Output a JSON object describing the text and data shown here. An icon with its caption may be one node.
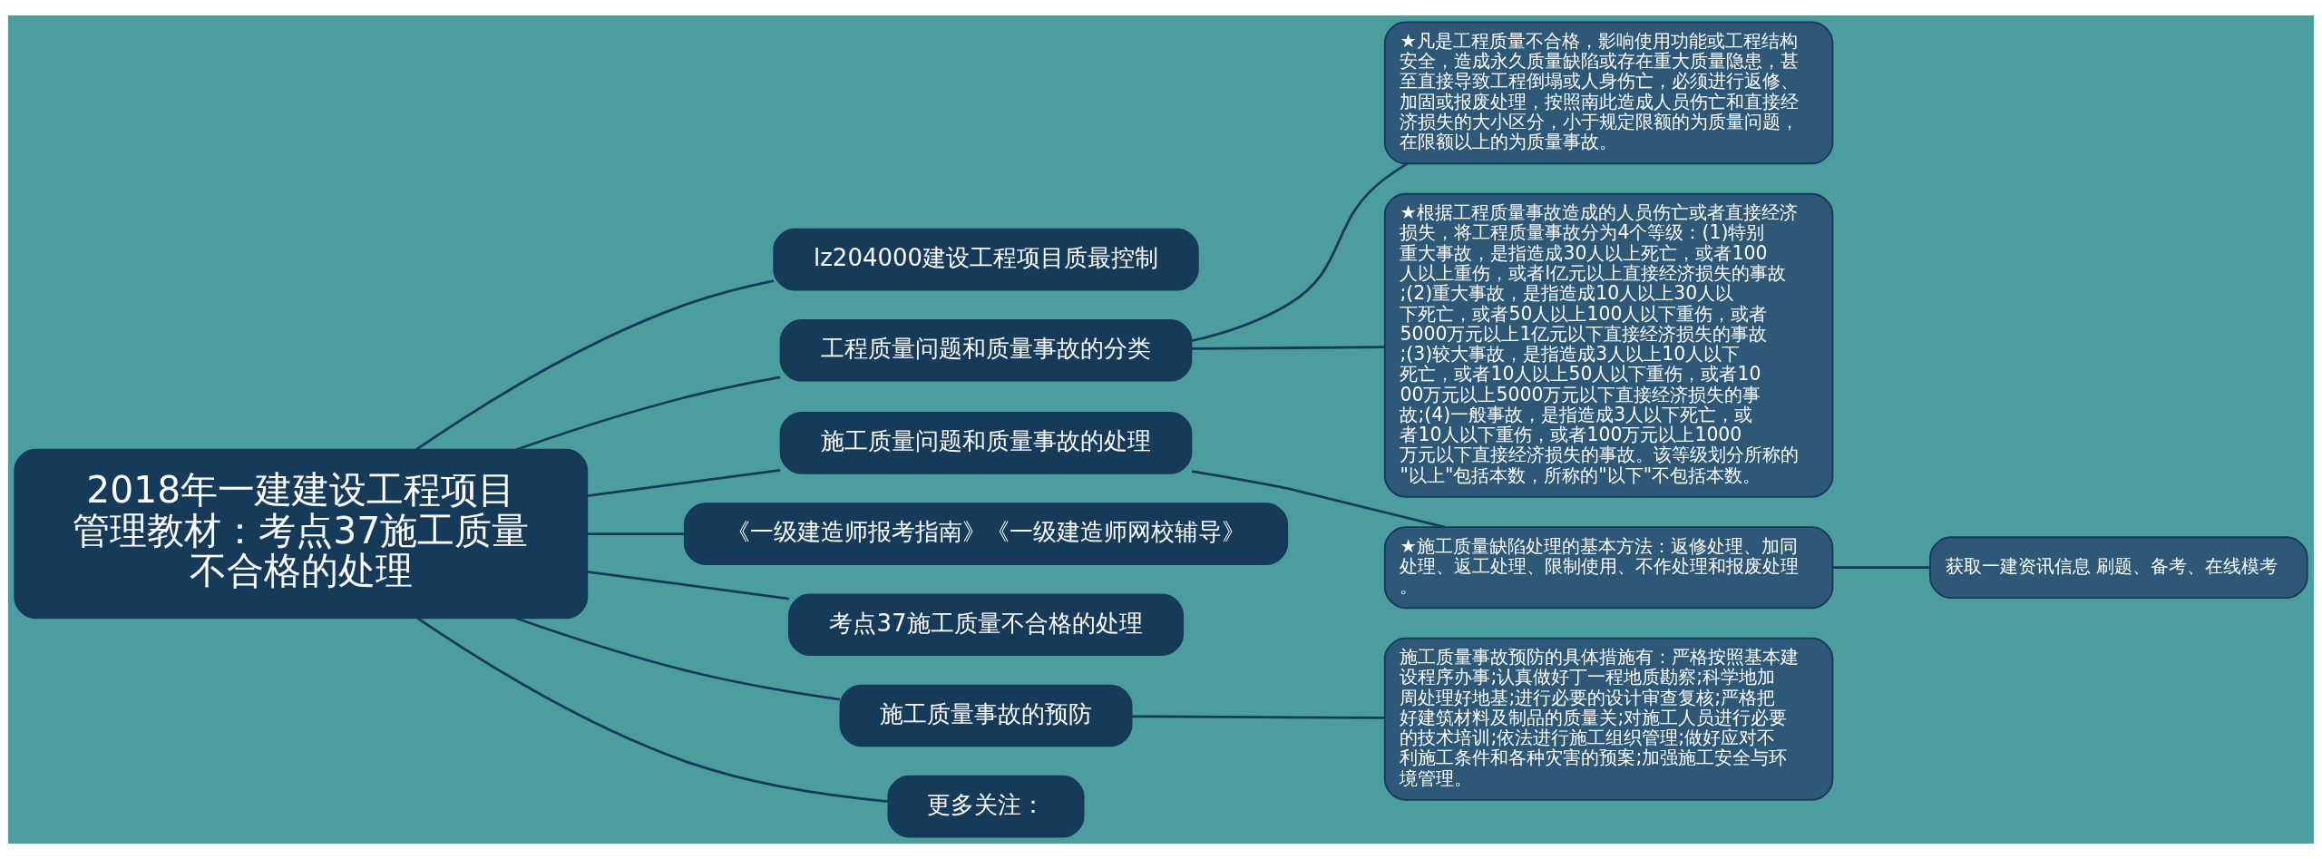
{
  "diagram": {
    "nodes": [
      {
        "text": [
          "2018年一建建设工程项目管理教材：考点37施工质量不合格的处理"
        ]
      },
      {
        "text": [
          "lz204000建设工程项目质最控制"
        ]
      },
      {
        "text": [
          "工程质量问题和质量事故的分类"
        ]
      },
      {
        "text": [
          "★凡是工程质量不合格，影响使用功能或工程结构安全，造成永久质量缺陷或存在重大质量隐患，甚至直接导致工程倒塌或人身伤亡，必须进行返修、加固或报废处理，按照南此造成人员伤亡和直接经济损失的大小区分，小于规定限额的为质量问题，在限额以上的为质量事故。"
        ]
      },
      {
        "text": [
          "★根据工程质量事故造成的人员伤亡或者直接经济损失，将工程质量事故分为4个等级：(1)特别重大事故，是指造成30人以上死亡，或者100人以上重伤，或者l亿元以上直接经济损失的事故;(2)重大事故，是指造成10人以上30人以下死亡，或者50人以上100人以下重伤，或者5000万元以上1亿元以下直接经济损失的事故;(3)较大事故，是指造成3人以上10人以下死亡，或者10人以上50人以下重伤，或者1000万元以上5000万元以下直接经济损失的事故;(4)一般事故，是指造成3人以下死亡，或者10人以下重伤，或者100万元以上1000万元以下直接经济损失的事故。该等级划分所称的\"以上\"包括本数，所称的\"以下\"不包括本数。"
        ]
      },
      {
        "text": [
          "施工质量问题和质量事故的处理"
        ]
      },
      {
        "text": [
          "★施工质量缺陷处理的基本方法：返修处理、加同处理、返工处理、限制使用、不作处理和报废处理。"
        ]
      },
      {
        "text": [
          "获取一建资讯信息 刷题、备考、在线模考"
        ]
      },
      {
        "text": [
          "《一级建造师报考指南》《一级建造师网校辅导》"
        ]
      },
      {
        "text": [
          "考点37施工质量不合格的处理"
        ]
      },
      {
        "text": [
          "施工质量事故的预防"
        ]
      },
      {
        "text": [
          "施工质量事故预防的具体措施有：严格按照基本建设程序办事;认真做好丁一程地质勘察;科学地加周处理好地基;进行必要的设计审查复核;严格把好建筑材料及制品的质量关;对施工人员进行必要的技术培训;依法进行施工组织管理;做好应对不利施工条件和各种灾害的预案;加强施工安全与环境管理。"
        ]
      },
      {
        "text": [
          "更多关注："
        ]
      }
    ],
    "edges": [
      {
        "from": 0,
        "to": 1,
        "arrow": "none"
      },
      {
        "from": 0,
        "to": 2,
        "arrow": "none"
      },
      {
        "from": 2,
        "to": 3,
        "arrow": "none"
      },
      {
        "from": 2,
        "to": 4,
        "arrow": "none"
      },
      {
        "from": 0,
        "to": 5,
        "arrow": "none"
      },
      {
        "from": 5,
        "to": 6,
        "arrow": "none"
      },
      {
        "from": 6,
        "to": 7,
        "arrow": "none"
      },
      {
        "from": 0,
        "to": 8,
        "arrow": "none"
      },
      {
        "from": 0,
        "to": 9,
        "arrow": "none"
      },
      {
        "from": 0,
        "to": 10,
        "arrow": "none"
      },
      {
        "from": 10,
        "to": 11,
        "arrow": "none"
      },
      {
        "from": 0,
        "to": 12,
        "arrow": "none"
      }
    ]
  }
}
